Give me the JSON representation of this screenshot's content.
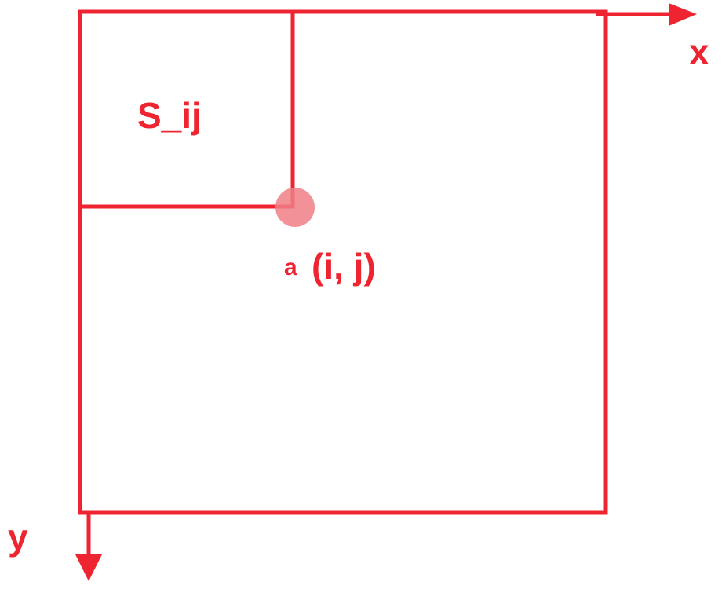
{
  "diagram": {
    "region_label": "S_ij",
    "point_prefix": "a",
    "point_coords": "(i, j)",
    "x_axis_label": "x",
    "y_axis_label": "y"
  },
  "colors": {
    "stroke": "#ee2430",
    "point_fill": "#f07f86",
    "text": "#ee2430"
  }
}
